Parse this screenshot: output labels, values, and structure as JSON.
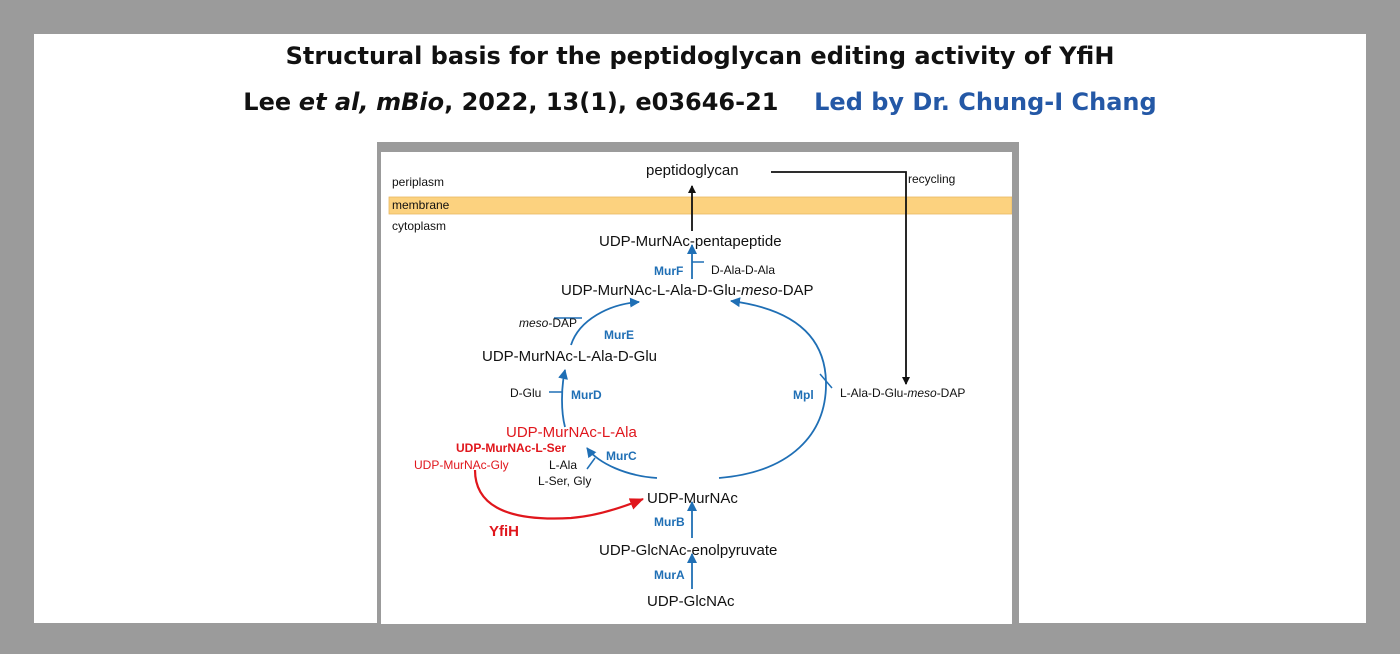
{
  "header": {
    "title": "Structural basis for the peptidoglycan editing activity of YfiH",
    "citation_authors": "Lee",
    "citation_et_al": "et al,",
    "citation_journal": "mBio",
    "citation_details": ", 2022, 13(1), e03646-21",
    "led_by": "Led by Dr. Chung-I Chang"
  },
  "diagram": {
    "compartments": {
      "periplasm": "periplasm",
      "membrane": "membrane",
      "cytoplasm": "cytoplasm"
    },
    "compounds": {
      "peptidoglycan": "peptidoglycan",
      "pentapeptide": "UDP-MurNAc-pentapeptide",
      "tripeptide_prefix": "UDP-MurNAc-L-Ala-D-Glu-",
      "tripeptide_meso": "meso",
      "tripeptide_suffix": "-DAP",
      "dipeptide": "UDP-MurNAc-L-Ala-D-Glu",
      "ala": "UDP-MurNAc-L-Ala",
      "ser": "UDP-MurNAc-L-Ser",
      "gly": "UDP-MurNAc-Gly",
      "murnac": "UDP-MurNAc",
      "enolpyruvate": "UDP-GlcNAc-enolpyruvate",
      "glcnac": "UDP-GlcNAc"
    },
    "substrates": {
      "d_ala_d_ala": "D-Ala-D-Ala",
      "meso_dap_italic": "meso",
      "meso_dap_rest": "-DAP",
      "d_glu": "D-Glu",
      "l_ala": "L-Ala",
      "l_ser_gly": "L-Ser, Gly",
      "recycled_prefix": "L-Ala-D-Glu-",
      "recycled_meso": "meso",
      "recycled_suffix": "-DAP",
      "recycling": "recycling"
    },
    "enzymes": {
      "murf": "MurF",
      "mure": "MurE",
      "murd": "MurD",
      "murc": "MurC",
      "murb": "MurB",
      "mura": "MurA",
      "mpl": "Mpl",
      "yfih": "YfiH"
    },
    "colors": {
      "membrane": "#fcd27f",
      "pathway_blue": "#1f6fb5",
      "editing_red": "#e0161c",
      "citation_blue": "#2458a6"
    }
  }
}
